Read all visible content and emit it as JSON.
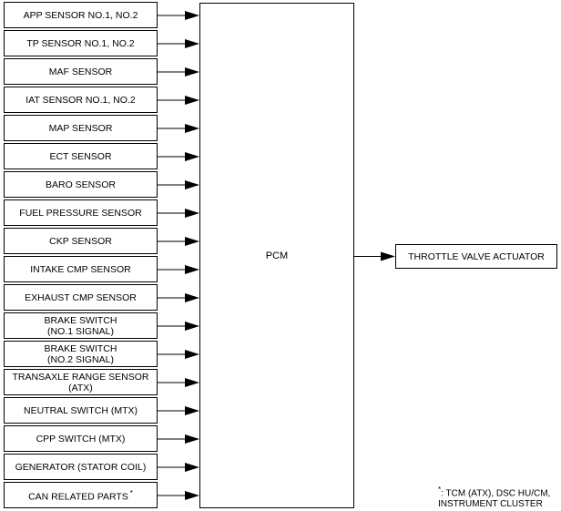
{
  "inputs": [
    {
      "lines": [
        "APP SENSOR NO.1, NO.2"
      ]
    },
    {
      "lines": [
        "TP SENSOR NO.1, NO.2"
      ]
    },
    {
      "lines": [
        "MAF SENSOR"
      ]
    },
    {
      "lines": [
        "IAT SENSOR NO.1, NO.2"
      ]
    },
    {
      "lines": [
        "MAP SENSOR"
      ]
    },
    {
      "lines": [
        "ECT SENSOR"
      ]
    },
    {
      "lines": [
        "BARO SENSOR"
      ]
    },
    {
      "lines": [
        "FUEL PRESSURE SENSOR"
      ]
    },
    {
      "lines": [
        "CKP SENSOR"
      ]
    },
    {
      "lines": [
        "INTAKE CMP SENSOR"
      ]
    },
    {
      "lines": [
        "EXHAUST CMP SENSOR"
      ]
    },
    {
      "lines": [
        "BRAKE SWITCH",
        "(NO.1 SIGNAL)"
      ]
    },
    {
      "lines": [
        "BRAKE SWITCH",
        "(NO.2 SIGNAL)"
      ]
    },
    {
      "lines": [
        "TRANSAXLE RANGE SENSOR",
        "(ATX)"
      ]
    },
    {
      "lines": [
        "NEUTRAL SWITCH (MTX)"
      ]
    },
    {
      "lines": [
        "CPP SWITCH (MTX)"
      ]
    },
    {
      "lines": [
        "GENERATOR (STATOR COIL)"
      ]
    },
    {
      "lines": [
        "CAN RELATED PARTS"
      ],
      "mark": "*"
    }
  ],
  "controller": {
    "label": "PCM"
  },
  "output": {
    "label": "THROTTLE VALVE ACTUATOR"
  },
  "footnote": {
    "mark": "*",
    "lines": [
      ": TCM (ATX), DSC HU/CM,",
      "INSTRUMENT CLUSTER"
    ]
  }
}
